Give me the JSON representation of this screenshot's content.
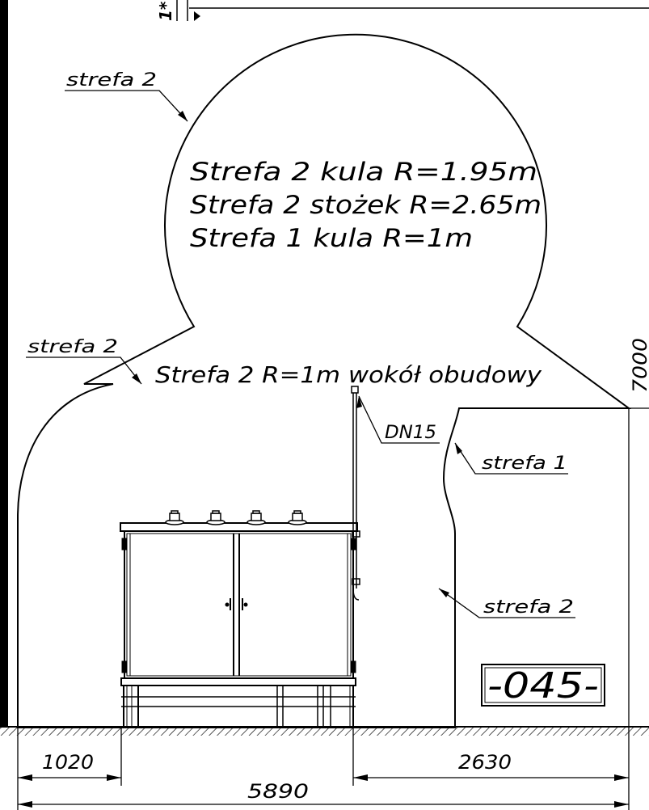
{
  "title_marker": "1*",
  "zone_notes": {
    "line1": "Strefa 2 kula R=1.95m",
    "line2": "Strefa 2 stożek R=2.65m",
    "line3": "Strefa 1 kula R=1m",
    "housing": "Strefa 2 R=1m wokół obudowy"
  },
  "zone_labels": {
    "top_left": "strefa 2",
    "mid_left": "strefa 2",
    "right_upper": "strefa 1",
    "right_lower": "strefa 2"
  },
  "pipe_label": "DN15",
  "drawing_tag": "-045-",
  "dimensions": {
    "left_offset": "1020",
    "right_offset": "2630",
    "overall_width": "5890",
    "height": "7000"
  },
  "colors": {
    "ink": "#000000",
    "paper": "#ffffff"
  }
}
